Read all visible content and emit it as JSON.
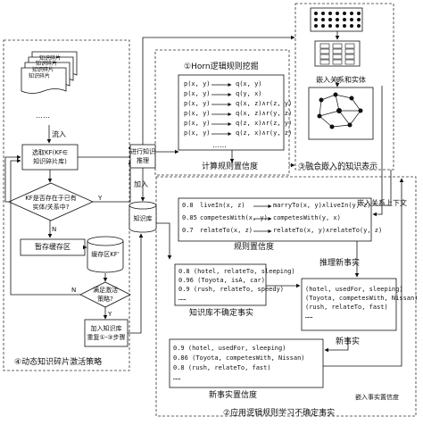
{
  "doc_labels": [
    "知识碎片",
    "知识碎片",
    "知识碎片",
    "知识碎片"
  ],
  "ellipsis_left": "……",
  "inflow": "流入",
  "select_kf": "选取KF(KF∈\n知识碎片库)",
  "decision_exist": "KF是否存在于已有\n实体/关系中?",
  "temp_area": "暂存缓存区",
  "cache_db": "缓存区KF'",
  "decision_activate": "满足激活\n策略?",
  "add_kb_repeat": "加入知识库\n重复①-③步骤",
  "yes_n": "N",
  "yes_y": "Y",
  "yes_y2": "Y",
  "no_n2": "N",
  "strategy_title": "④动态知识碎片激活策略",
  "inference_box": "进行知识\n推理",
  "add_label": "加入",
  "kb_cylinder": "知识库",
  "horn_title": "①Horn逻辑规则挖掘",
  "horn_rules": [
    {
      "lhs": "p(x, y)",
      "rhs": "q(x, y)"
    },
    {
      "lhs": "p(x, y)",
      "rhs": "q(y, x)"
    },
    {
      "lhs": "p(x, y)",
      "rhs": "q(x, z)∧r(z, y)"
    },
    {
      "lhs": "p(x, y)",
      "rhs": "q(x, z)∧r(y, z)"
    },
    {
      "lhs": "p(x, y)",
      "rhs": "q(z, x)∧r(z, y)"
    },
    {
      "lhs": "p(x, y)",
      "rhs": "q(z, x)∧r(y, z)"
    }
  ],
  "horn_more": "……",
  "calc_rule_conf": "计算规则置信度",
  "embed_title": "③融合嵌入的知识表示",
  "embed_relation_entity": "嵌入关系和实体",
  "embed_upper_lower": "嵌入关系上下文",
  "rule_conf_rows": [
    {
      "conf": "0.8",
      "lhs": "liveIn(x, z)",
      "rhs": "marryTo(x, y)∧liveIn(y, z)"
    },
    {
      "conf": "0.85",
      "lhs": "competesWith(x, y)",
      "rhs": "competesWith(y, x)"
    },
    {
      "conf": "0.7",
      "lhs": "relateTo(x, z)",
      "rhs": "relateTo(x, y)∧relateTo(y, z)"
    }
  ],
  "rule_conf_label": "规则置信度",
  "infer_new": "推理新事实",
  "uncertain_facts": [
    "0.8 (hotel, relateTo, sleeping)",
    "0.96     (Toyota, isA, car)",
    "0.9 (rush, relateTo, speedy)",
    "……"
  ],
  "uncertain_label": "知识库不确定事实",
  "new_facts": [
    "(hotel, usedFor, sleeping)",
    "(Toyota, competesWith, Nissan)",
    "(rush, relateTo, fast)",
    "……"
  ],
  "new_facts_label": "新事实",
  "fact_conf": [
    "0.9 (hotel, usedFor, sleeping)",
    "0.86    (Toyota, competesWith, Nissan)",
    "0.8 (rush, relateTo, fast)",
    "……"
  ],
  "fact_conf_label": "新事实置信度",
  "embed_fact_conf": "嵌入事实置信度",
  "learn_title": "②应用逻辑规则学习不确定事实"
}
